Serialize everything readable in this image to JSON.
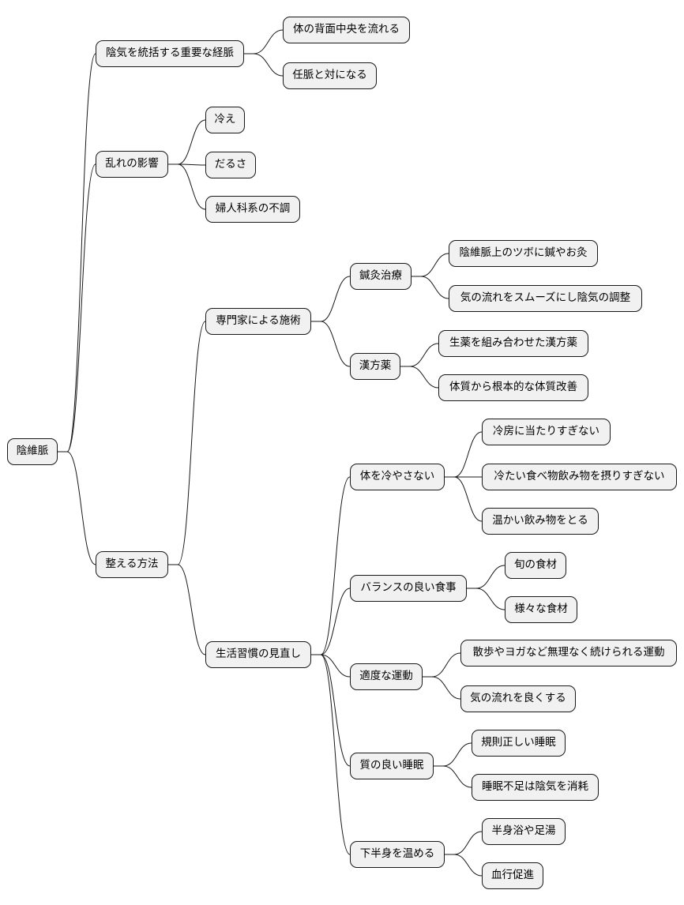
{
  "mindmap": {
    "root": "陰維脈",
    "branches": [
      {
        "label": "陰気を統括する重要な経脈",
        "children": [
          {
            "label": "体の背面中央を流れる"
          },
          {
            "label": "任脈と対になる"
          }
        ]
      },
      {
        "label": "乱れの影響",
        "children": [
          {
            "label": "冷え"
          },
          {
            "label": "だるさ"
          },
          {
            "label": "婦人科系の不調"
          }
        ]
      },
      {
        "label": "整える方法",
        "children": [
          {
            "label": "専門家による施術",
            "children": [
              {
                "label": "鍼灸治療",
                "children": [
                  {
                    "label": "陰維脈上のツボに鍼やお灸"
                  },
                  {
                    "label": "気の流れをスムーズにし陰気の調整"
                  }
                ]
              },
              {
                "label": "漢方薬",
                "children": [
                  {
                    "label": "生薬を組み合わせた漢方薬"
                  },
                  {
                    "label": "体質から根本的な体質改善"
                  }
                ]
              }
            ]
          },
          {
            "label": "生活習慣の見直し",
            "children": [
              {
                "label": "体を冷やさない",
                "children": [
                  {
                    "label": "冷房に当たりすぎない"
                  },
                  {
                    "label": "冷たい食べ物飲み物を摂りすぎない"
                  },
                  {
                    "label": "温かい飲み物をとる"
                  }
                ]
              },
              {
                "label": "バランスの良い食事",
                "children": [
                  {
                    "label": "旬の食材"
                  },
                  {
                    "label": "様々な食材"
                  }
                ]
              },
              {
                "label": "適度な運動",
                "children": [
                  {
                    "label": "散歩やヨガなど無理なく続けられる運動"
                  },
                  {
                    "label": "気の流れを良くする"
                  }
                ]
              },
              {
                "label": "質の良い睡眠",
                "children": [
                  {
                    "label": "規則正しい睡眠"
                  },
                  {
                    "label": "睡眠不足は陰気を消耗"
                  }
                ]
              },
              {
                "label": "下半身を温める",
                "children": [
                  {
                    "label": "半身浴や足湯"
                  },
                  {
                    "label": "血行促進"
                  }
                ]
              }
            ]
          }
        ]
      }
    ]
  }
}
